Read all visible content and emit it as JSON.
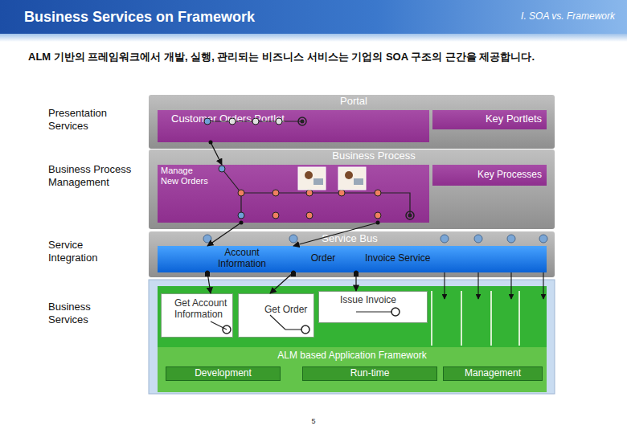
{
  "diagram": {
    "title": "Business Services on Framework",
    "nodes": [
      {
        "text": [
          "Portal"
        ]
      },
      {
        "text": [
          "Customer Orders Portlet"
        ],
        "in": 0
      },
      {
        "text": [
          "Key Portlets"
        ],
        "in": 0
      },
      {
        "text": [
          "Business Process"
        ]
      },
      {
        "text": [
          "Manage New Orders"
        ],
        "in": 3
      },
      {
        "text": [
          "Key Processes"
        ],
        "in": 3
      },
      {
        "text": [
          "Service Bus"
        ]
      },
      {
        "text": [
          "Account Information",
          "Order",
          "Invoice Service"
        ],
        "in": 6
      },
      {
        "text": [
          "Get Account Information"
        ]
      },
      {
        "text": [
          "Get Order"
        ]
      },
      {
        "text": [
          "Issue Invoice"
        ]
      },
      {
        "text": [
          "ALM based Application Framework"
        ]
      },
      {
        "text": [
          "Development"
        ],
        "in": 11
      },
      {
        "text": [
          "Run-time"
        ],
        "in": 11
      },
      {
        "text": [
          "Management"
        ],
        "in": 11
      }
    ],
    "edges": [
      {
        "from": 1,
        "to": 4,
        "arrow": "to"
      },
      {
        "from": 4,
        "to": 7,
        "arrow": "to"
      },
      {
        "from": 4,
        "to": 7,
        "arrow": "to"
      },
      {
        "from": 7,
        "to": 8,
        "arrow": "to"
      },
      {
        "from": 7,
        "to": 9,
        "arrow": "to"
      },
      {
        "from": 7,
        "to": 10,
        "arrow": "to"
      }
    ],
    "labels": [
      "I. SOA vs. Framework",
      "ALM 기반의 프레임워크에서 개발, 실행, 관리되는 비즈니스 서비스는 기업의 SOA 구조의 근간을 제공합니다.",
      "Presentation Services",
      "Business Process Management",
      "Service Integration",
      "Business Services",
      "5"
    ]
  }
}
